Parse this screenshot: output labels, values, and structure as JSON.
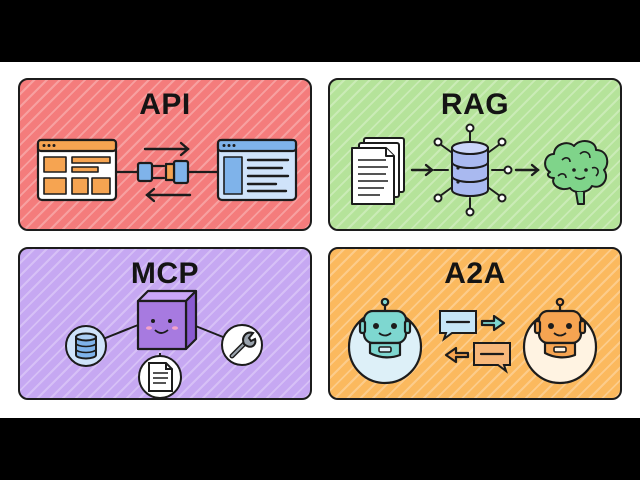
{
  "panels": {
    "api": {
      "title": "API",
      "color": "#f47c7c",
      "icons": [
        "browser-window-icon",
        "plug-icon",
        "arrow-right-icon",
        "arrow-left-icon"
      ]
    },
    "rag": {
      "title": "RAG",
      "color": "#b5e39a",
      "icons": [
        "documents-icon",
        "database-icon",
        "brain-icon",
        "arrow-right-icon"
      ]
    },
    "mcp": {
      "title": "MCP",
      "color": "#c6a8f2",
      "icons": [
        "cube-icon",
        "database-icon",
        "document-icon",
        "wrench-icon"
      ]
    },
    "a2a": {
      "title": "A2A",
      "color": "#fbb95e",
      "icons": [
        "robot-icon",
        "chat-bubble-icon",
        "arrow-right-icon",
        "arrow-left-icon"
      ]
    }
  },
  "colors": {
    "outline": "#1c1c1c",
    "blue": "#7fb3ea",
    "orange": "#f6a451",
    "purple": "#a77ae0",
    "teal": "#7ed7d0"
  }
}
